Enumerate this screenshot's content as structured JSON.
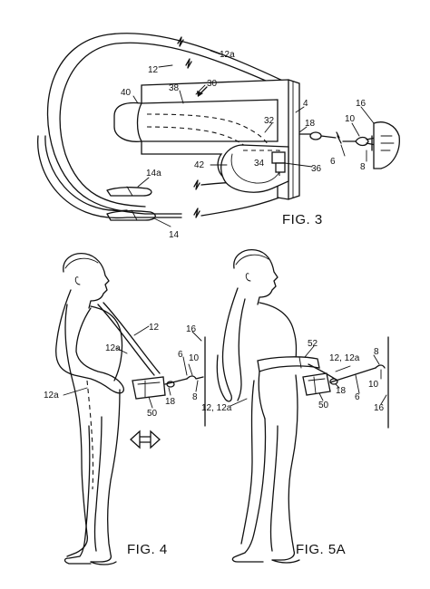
{
  "figures": [
    {
      "id": "fig3",
      "caption": "FIG. 3",
      "labels": {
        "l12a": "12a",
        "l12": "12",
        "l40": "40",
        "l38": "38",
        "l30": "30",
        "l4": "4",
        "l16": "16",
        "l18": "18",
        "l10": "10",
        "l32": "32",
        "l34": "34",
        "l42": "42",
        "l36": "36",
        "l6": "6",
        "l8": "8",
        "l14a": "14a",
        "l14": "14"
      }
    },
    {
      "id": "fig4",
      "caption": "FIG. 4",
      "labels": {
        "l12": "12",
        "l12a": "12a",
        "l12a_back": "12a",
        "l16": "16",
        "l6": "6",
        "l10": "10",
        "l18": "18",
        "l8": "8",
        "l50": "50"
      }
    },
    {
      "id": "fig5a",
      "caption": "FIG. 5A",
      "labels": {
        "l52": "52",
        "l1212a_top": "12, 12a",
        "l8": "8",
        "l10": "10",
        "l18": "18",
        "l6": "6",
        "l50": "50",
        "l16": "16",
        "l1212a_side": "12, 12a"
      }
    }
  ]
}
